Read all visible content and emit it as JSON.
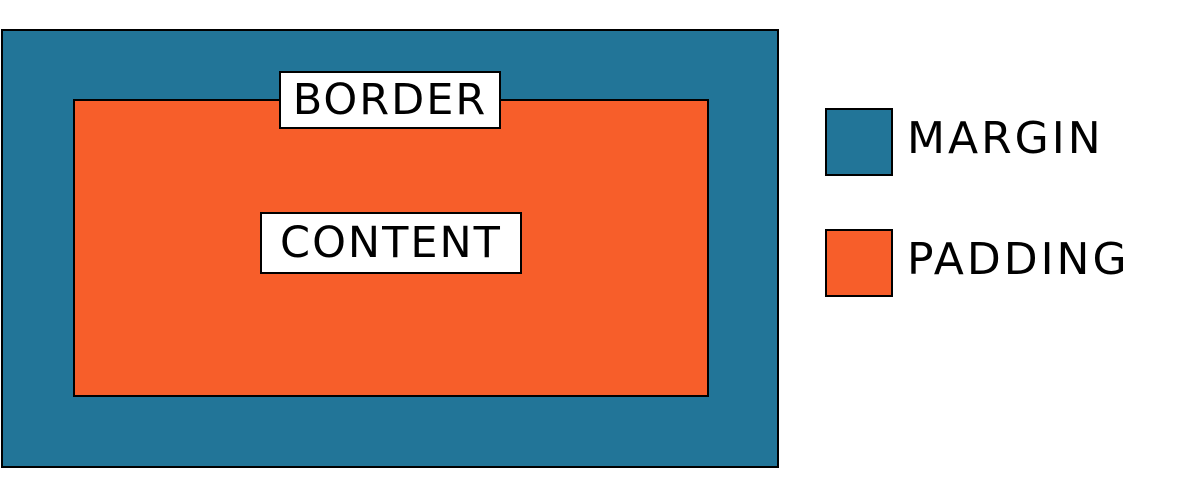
{
  "diagram": {
    "labels": {
      "border": "BORDER",
      "content": "CONTENT"
    }
  },
  "legend": {
    "items": [
      {
        "label": "MARGIN",
        "color": "#227598"
      },
      {
        "label": "PADDING",
        "color": "#f75e2a"
      }
    ]
  },
  "colors": {
    "margin": "#227598",
    "padding": "#f75e2a",
    "outline": "#000000",
    "label_background": "#ffffff"
  }
}
